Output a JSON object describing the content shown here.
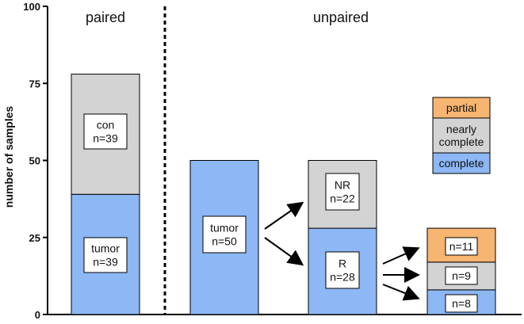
{
  "colors": {
    "complete": "#8db7f5",
    "nearly_complete": "#d3d3d3",
    "partial": "#f6b571"
  },
  "chart_data": {
    "type": "bar",
    "stacked": true,
    "ylabel": "number of samples",
    "ylim": [
      0,
      100
    ],
    "yticks": [
      0,
      25,
      50,
      75,
      100
    ],
    "sections": {
      "left": "paired",
      "right": "unpaired"
    },
    "bars": [
      {
        "id": "paired",
        "segments": [
          {
            "value": 39,
            "color": "complete",
            "label": [
              "tumor",
              "n=39"
            ]
          },
          {
            "value": 39,
            "color": "nearly_complete",
            "label": [
              "con",
              "n=39"
            ]
          }
        ]
      },
      {
        "id": "unpaired-tumor",
        "segments": [
          {
            "value": 50,
            "color": "complete",
            "label": [
              "tumor",
              "n=50"
            ]
          }
        ]
      },
      {
        "id": "unpaired-r-nr",
        "segments": [
          {
            "value": 28,
            "color": "complete",
            "label": [
              "R",
              "n=28"
            ]
          },
          {
            "value": 22,
            "color": "nearly_complete",
            "label": [
              "NR",
              "n=22"
            ]
          }
        ]
      },
      {
        "id": "r-breakdown",
        "segments": [
          {
            "value": 8,
            "color": "complete",
            "label": [
              "n=8"
            ]
          },
          {
            "value": 9,
            "color": "nearly_complete",
            "label": [
              "n=9"
            ]
          },
          {
            "value": 11,
            "color": "partial",
            "label": [
              "n=11"
            ]
          }
        ]
      }
    ],
    "legend": {
      "placement": "right",
      "items": [
        {
          "label": [
            "partial"
          ],
          "color": "partial"
        },
        {
          "label": [
            "nearly",
            "complete"
          ],
          "color": "nearly_complete"
        },
        {
          "label": [
            "complete"
          ],
          "color": "complete"
        }
      ]
    }
  }
}
